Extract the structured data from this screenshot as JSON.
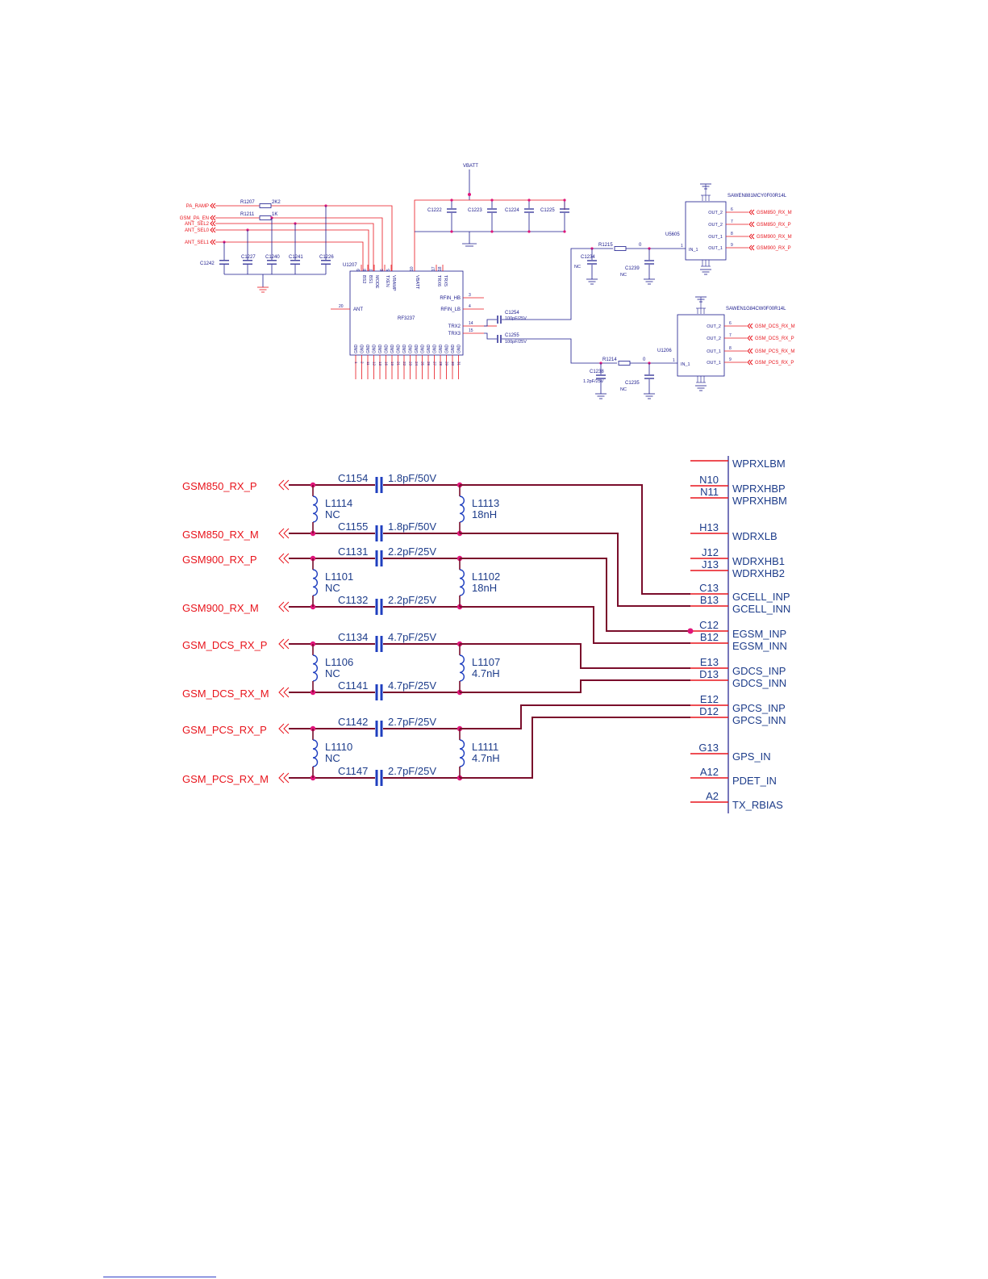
{
  "top": {
    "vbatt": "VBATT",
    "inputs": [
      "PA_RAMP",
      "GSM_PA_EN",
      "ANT_SEL2",
      "ANT_SEL0",
      "ANT_SEL1"
    ],
    "resistors": [
      {
        "ref": "R1207",
        "value": "2K2"
      },
      {
        "ref": "R1211",
        "value": "1K"
      }
    ],
    "left_caps": [
      "C1242",
      "C1227",
      "C1240",
      "C1241",
      "C1226"
    ],
    "supply_caps": [
      "C1222",
      "C1223",
      "C1224",
      "C1225"
    ],
    "pa": {
      "ref": "U1207",
      "part": "RF3237",
      "top_pins": [
        "BS2",
        "BS1",
        "MODE",
        "TXEN",
        "VRAMP",
        "VBATT",
        "TRX6",
        "TRX5"
      ],
      "top_pin_nums": [
        "9",
        "8",
        "7",
        "6",
        "5",
        "10",
        "17",
        "18"
      ],
      "right_pins": [
        "RFIN_HB",
        "RFIN_LB",
        "TRX2",
        "TRX3"
      ],
      "right_pin_nums": [
        "3",
        "4",
        "14",
        "15"
      ],
      "left_pin": "ANT",
      "left_pin_num": "20",
      "gnd": "GND",
      "gnd_pin_nums": [
        "1",
        "2",
        "11",
        "12",
        "13",
        "16",
        "19",
        "21",
        "22",
        "23",
        "24",
        "25",
        "26",
        "27",
        "28",
        "29",
        "30",
        "31"
      ]
    },
    "coupling_caps": [
      {
        "ref": "C1254",
        "value": "100pF/25V"
      },
      {
        "ref": "C1255",
        "value": "100pF/25V"
      }
    ],
    "filter1": {
      "part": "SAWEN881MCY0F00R14L",
      "ref": "U5605",
      "series_r": {
        "ref": "R1215",
        "value": "0"
      },
      "shunt_caps": [
        {
          "ref": "C1234",
          "value": "NC"
        },
        {
          "ref": "C1239",
          "value": "NC"
        }
      ],
      "pins": [
        "OUT_2",
        "OUT_2",
        "OUT_1",
        "OUT_1"
      ],
      "pin_nums": [
        "6",
        "7",
        "8",
        "9"
      ],
      "in_pin": "IN_1",
      "in_num": "1",
      "outputs": [
        "GSM850_RX_M",
        "GSM850_RX_P",
        "GSM900_RX_M",
        "GSM900_RX_P"
      ]
    },
    "filter2": {
      "part": "SAWEN1G84CW0F00R14L",
      "ref": "U1206",
      "series_r": {
        "ref": "R1214",
        "value": "0"
      },
      "shunt_caps": [
        {
          "ref": "C1238",
          "value": "1.2pF/25V"
        },
        {
          "ref": "C1235",
          "value": "NC"
        }
      ],
      "pins": [
        "OUT_2",
        "OUT_2",
        "OUT_1",
        "OUT_1"
      ],
      "pin_nums": [
        "6",
        "7",
        "8",
        "9"
      ],
      "in_pin": "IN_1",
      "in_num": "1",
      "outputs": [
        "GSM_DCS_RX_M",
        "GSM_DCS_RX_P",
        "GSM_PCS_RX_M",
        "GSM_PCS_RX_P"
      ]
    }
  },
  "bottom": {
    "nets": [
      "GSM850_RX_P",
      "GSM850_RX_M",
      "GSM900_RX_P",
      "GSM900_RX_M",
      "GSM_DCS_RX_P",
      "GSM_DCS_RX_M",
      "GSM_PCS_RX_P",
      "GSM_PCS_RX_M"
    ],
    "caps": [
      {
        "ref": "C1154",
        "value": "1.8pF/50V"
      },
      {
        "ref": "C1155",
        "value": "1.8pF/50V"
      },
      {
        "ref": "C1131",
        "value": "2.2pF/25V"
      },
      {
        "ref": "C1132",
        "value": "2.2pF/25V"
      },
      {
        "ref": "C1134",
        "value": "4.7pF/25V"
      },
      {
        "ref": "C1141",
        "value": "4.7pF/25V"
      },
      {
        "ref": "C1142",
        "value": "2.7pF/25V"
      },
      {
        "ref": "C1147",
        "value": "2.7pF/25V"
      }
    ],
    "inductors_left": [
      {
        "ref": "L1114",
        "value": "NC"
      },
      {
        "ref": "L1101",
        "value": "NC"
      },
      {
        "ref": "L1106",
        "value": "NC"
      },
      {
        "ref": "L1110",
        "value": "NC"
      }
    ],
    "inductors_right": [
      {
        "ref": "L1113",
        "value": "18nH"
      },
      {
        "ref": "L1102",
        "value": "18nH"
      },
      {
        "ref": "L1107",
        "value": "4.7nH"
      },
      {
        "ref": "L1111",
        "value": "4.7nH"
      }
    ],
    "ic_pins": [
      {
        "num": "",
        "name": "WPRXLBM"
      },
      {
        "num": "N10",
        "name": "WPRXHBP"
      },
      {
        "num": "N11",
        "name": "WPRXHBM"
      },
      {
        "num": "H13",
        "name": "WDRXLB"
      },
      {
        "num": "J12",
        "name": "WDRXHB1"
      },
      {
        "num": "J13",
        "name": "WDRXHB2"
      },
      {
        "num": "C13",
        "name": "GCELL_INP"
      },
      {
        "num": "B13",
        "name": "GCELL_INN"
      },
      {
        "num": "C12",
        "name": "EGSM_INP"
      },
      {
        "num": "B12",
        "name": "EGSM_INN"
      },
      {
        "num": "E13",
        "name": "GDCS_INP"
      },
      {
        "num": "D13",
        "name": "GDCS_INN"
      },
      {
        "num": "E12",
        "name": "GPCS_INP"
      },
      {
        "num": "D12",
        "name": "GPCS_INN"
      },
      {
        "num": "G13",
        "name": "GPS_IN"
      },
      {
        "num": "A12",
        "name": "PDET_IN"
      },
      {
        "num": "A2",
        "name": "TX_RBIAS"
      }
    ]
  }
}
